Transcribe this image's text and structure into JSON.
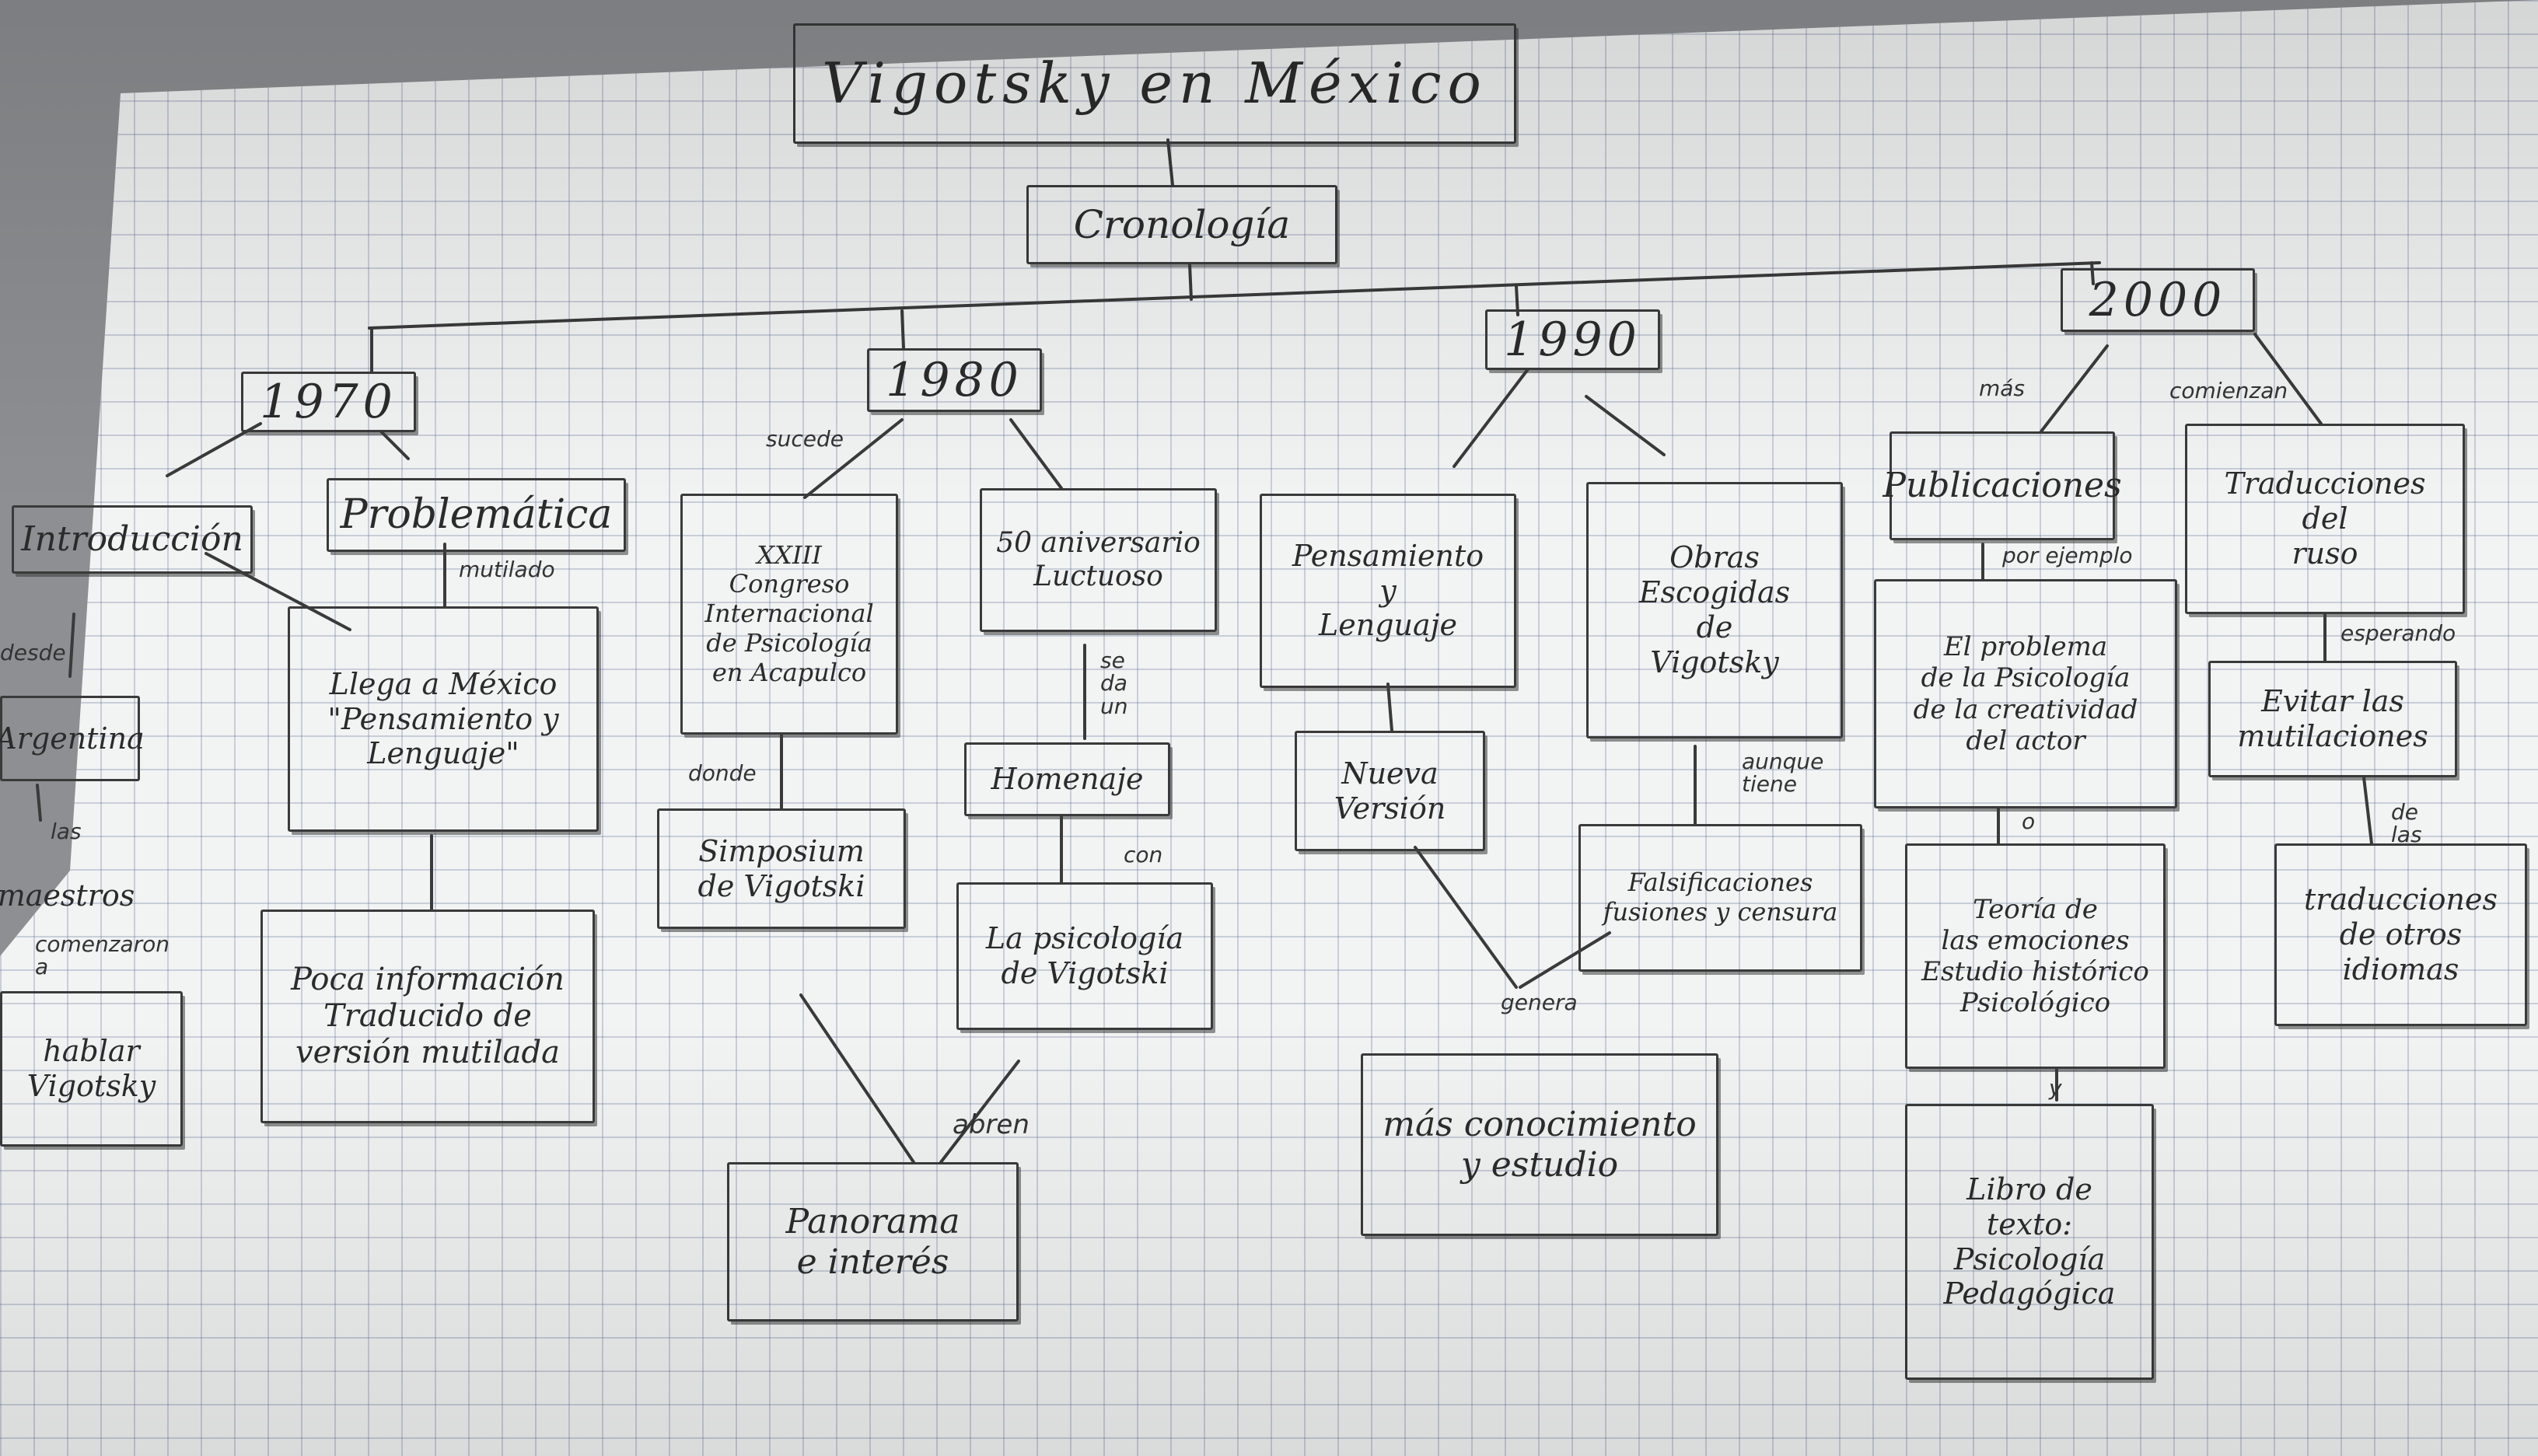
{
  "title": "Vigotsky en México",
  "root": "Cronología",
  "years": {
    "y1970": "1970",
    "y1980": "1980",
    "y1990": "1990",
    "y2000": "2000"
  },
  "nodes": {
    "introduccion": "Introducción",
    "argentina": "Argentina",
    "maestros": "maestros",
    "hablar": "hablar\nVigotsky",
    "problematica": "Problemática",
    "llega": "Llega a México\n\"Pensamiento y\nLenguaje\"",
    "poca_info": "Poca información\nTraducido de\nversión mutilada",
    "congreso": "XXIII\nCongreso\nInternacional\nde Psicología\nen Acapulco",
    "simposium": "Simposium\nde Vigotski",
    "panorama": "Panorama\ne interés",
    "aniversario": "50 aniversario\nLuctuoso",
    "homenaje": "Homenaje",
    "psicologia_vigotski": "La psicología\nde Vigotski",
    "pensamiento_lenguaje": "Pensamiento\ny\nLenguaje",
    "nueva_version": "Nueva\nVersión",
    "obras": "Obras\nEscogidas\nde\nVigotsky",
    "falsificaciones": "Falsificaciones\nfusiones y censura",
    "conocimiento": "más conocimiento\ny estudio",
    "publicaciones": "Publicaciones",
    "problema_psicologia": "El problema\nde la Psicología\nde la creatividad\ndel actor",
    "teoria_emociones": "Teoría de\nlas emociones\nEstudio histórico\nPsicológico",
    "libro_texto": "Libro de\ntexto:\nPsicología\nPedagógica",
    "traducciones_ruso": "Traducciones\ndel\nruso",
    "evitar_mutilaciones": "Evitar las\nmutilaciones",
    "traducciones_idiomas": "traducciones\nde otros\nidiomas"
  },
  "labels": {
    "desde": "desde",
    "las": "las",
    "comenzaron_a": "comenzaron\na",
    "mutilado": "mutilado",
    "sucede": "sucede",
    "donde": "donde",
    "abren": "abren",
    "se_da_un": "se\nda\nun",
    "con": "con",
    "genera": "genera",
    "aunque_tiene": "aunque\ntiene",
    "mas": "más",
    "comienzan": "comienzan",
    "por_ejemplo": "por ejemplo",
    "o": "o",
    "y": "y",
    "esperando": "esperando",
    "de_las": "de\nlas"
  }
}
